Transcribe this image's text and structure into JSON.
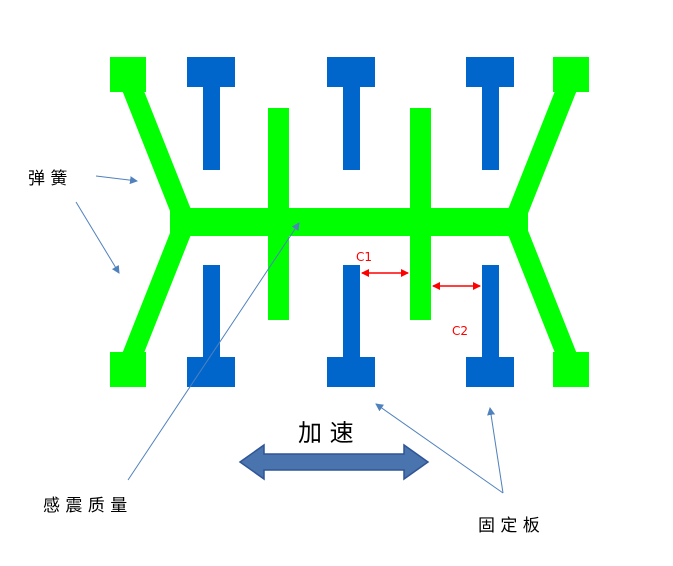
{
  "labels": {
    "spring": "弹 簧",
    "proof_mass": "感 震 质 量",
    "fixed_plate": "固 定 板",
    "acceleration": "加 速",
    "c1": "C1",
    "c2": "C2"
  },
  "colors": {
    "mass_green": "#00ff00",
    "plate_blue": "#0066cc",
    "arrow_fill": "#4a74ad",
    "dimension_red": "#ff0000",
    "leader_line": "#4f81bd",
    "text": "#000000"
  }
}
